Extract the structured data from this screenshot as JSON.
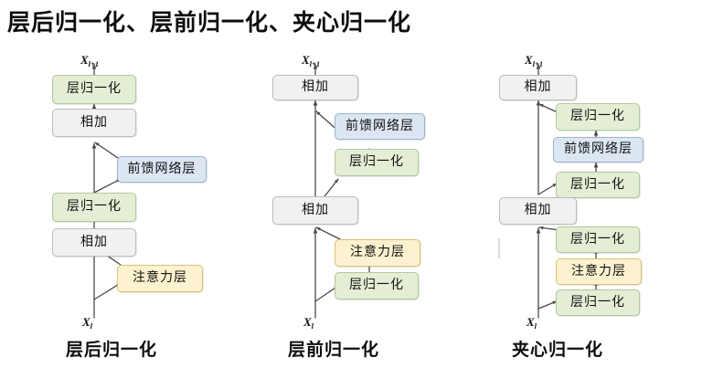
{
  "title": "层后归一化、层前归一化、夹心归一化",
  "labels": {
    "x_out_main": "X",
    "x_out_sub": "l+1",
    "x_in_main": "X",
    "x_in_sub": "l"
  },
  "node_labels": {
    "layer_norm": "层归一化",
    "add": "相加",
    "feed_forward": "前馈网络层",
    "attention": "注意力层"
  },
  "colors": {
    "green_fill": "#e4eed5",
    "green_border": "#b3c89a",
    "blue_fill": "#dce6f2",
    "blue_border": "#9db3cd",
    "gold_fill": "#fdf2cf",
    "gold_border": "#d8c278",
    "grey_fill": "#f1f1f1",
    "grey_border": "#bdbdbd",
    "wire": "#4a4a4a",
    "background": "#ffffff"
  },
  "columns": [
    {
      "id": "post-ln",
      "caption": "层后归一化",
      "top_label": "X",
      "top_label_sub": "l+1",
      "bottom_label": "X",
      "bottom_label_sub": "l",
      "trunk_nodes": [
        "层归一化",
        "相加",
        "层归一化",
        "相加"
      ],
      "branch_nodes": [
        "前馈网络层",
        "注意力层"
      ],
      "flow": [
        "X_l",
        "注意力层",
        "相加",
        "层归一化",
        "前馈网络层",
        "相加",
        "层归一化",
        "X_l+1"
      ]
    },
    {
      "id": "pre-ln",
      "caption": "层前归一化",
      "top_label": "X",
      "top_label_sub": "l+1",
      "bottom_label": "X",
      "bottom_label_sub": "l",
      "trunk_nodes": [
        "相加",
        "相加"
      ],
      "branch_nodes": [
        "前馈网络层",
        "层归一化",
        "注意力层",
        "层归一化"
      ],
      "flow": [
        "X_l",
        "层归一化",
        "注意力层",
        "相加",
        "层归一化",
        "前馈网络层",
        "相加",
        "X_l+1"
      ]
    },
    {
      "id": "sandwich-ln",
      "caption": "夹心归一化",
      "top_label": "X",
      "top_label_sub": "l+1",
      "bottom_label": "X",
      "bottom_label_sub": "l",
      "trunk_nodes": [
        "相加",
        "相加"
      ],
      "branch_nodes": [
        "层归一化",
        "前馈网络层",
        "层归一化",
        "层归一化",
        "注意力层",
        "层归一化"
      ],
      "flow": [
        "X_l",
        "层归一化",
        "注意力层",
        "层归一化",
        "相加",
        "层归一化",
        "前馈网络层",
        "层归一化",
        "相加",
        "X_l+1"
      ]
    }
  ],
  "nodes": {
    "c1": {
      "ln_top": "层归一化",
      "add_top": "相加",
      "ffn": "前馈网络层",
      "ln_bot": "层归一化",
      "add_bot": "相加",
      "attn": "注意力层"
    },
    "c2": {
      "add_top": "相加",
      "ffn": "前馈网络层",
      "ln_ffn": "层归一化",
      "add_bot": "相加",
      "attn": "注意力层",
      "ln_attn": "层归一化"
    },
    "c3": {
      "add_top": "相加",
      "ln_ffn_post": "层归一化",
      "ffn": "前馈网络层",
      "ln_ffn_pre": "层归一化",
      "add_bot": "相加",
      "ln_attn_post": "层归一化",
      "attn": "注意力层",
      "ln_attn_pre": "层归一化"
    }
  }
}
